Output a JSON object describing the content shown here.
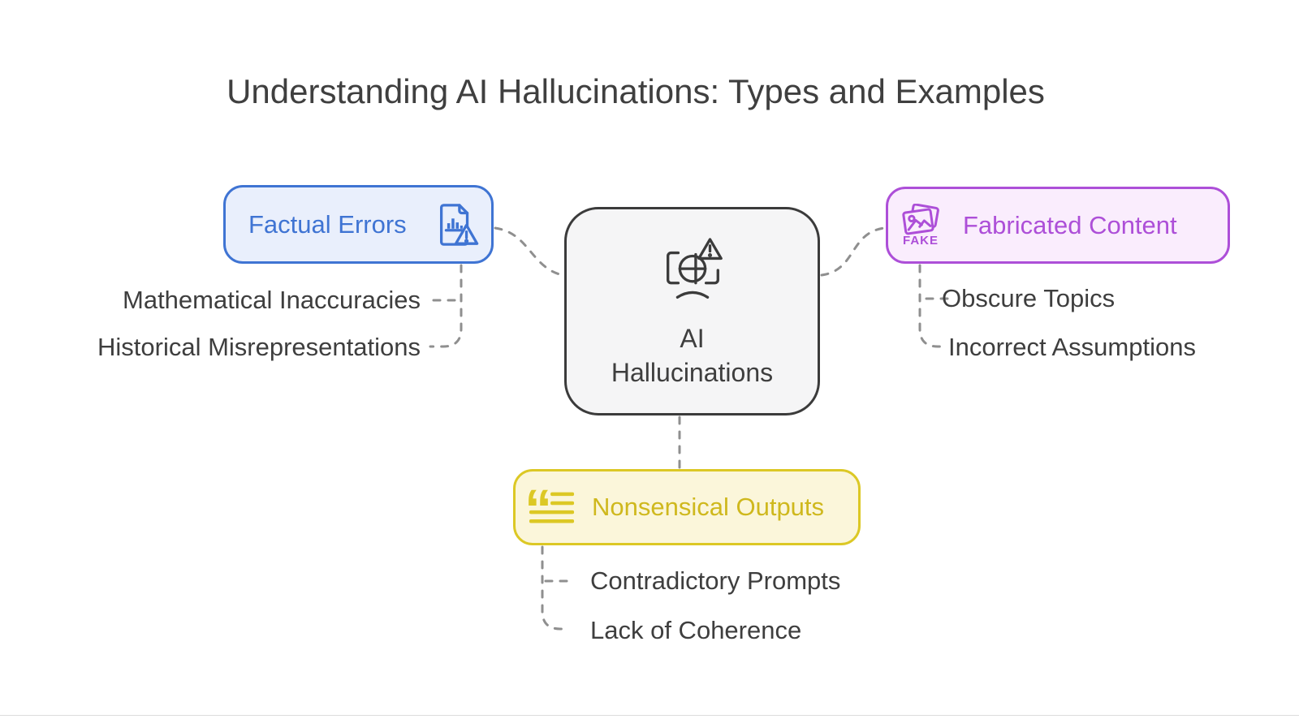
{
  "title": "Understanding AI Hallucinations: Types and Examples",
  "colors": {
    "page-bg": "#ffffff",
    "title-text": "#3f3f3f",
    "subitem-text": "#3e3e3e",
    "connector": "#8f8f8f",
    "center-border": "#3b3b3b",
    "center-fill": "#f5f5f6",
    "center-text": "#3e3e3e",
    "blue-accent": "#3f74d3",
    "blue-fill": "#e9effc",
    "purple-accent": "#ad4fd8",
    "purple-fill": "#faedfd",
    "yellow-accent": "#dcc825",
    "yellow-text": "#cfb81d",
    "yellow-fill": "#fbf6da"
  },
  "center_node": {
    "line1": "AI",
    "line2": "Hallucinations",
    "icon": "ai-globe-warning-icon"
  },
  "branches": [
    {
      "id": "factual-errors",
      "label": "Factual Errors",
      "icon": "document-bar-chart-warning-icon",
      "children": [
        "Mathematical Inaccuracies",
        "Historical Misrepresentations"
      ]
    },
    {
      "id": "fabricated-content",
      "label": "Fabricated Content",
      "icon": "fake-photos-icon",
      "icon_text": "FAKE",
      "children": [
        "Obscure Topics",
        "Incorrect Assumptions"
      ]
    },
    {
      "id": "nonsensical-outputs",
      "label": "Nonsensical Outputs",
      "icon": "quote-text-lines-icon",
      "children": [
        "Contradictory Prompts",
        "Lack of Coherence"
      ]
    }
  ]
}
